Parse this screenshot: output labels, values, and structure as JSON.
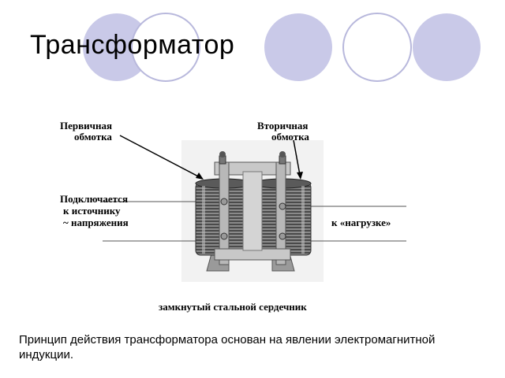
{
  "slide": {
    "title": "Трансформатор",
    "caption": "Принцип действия трансформатора основан на явлении электромагнитной индукции."
  },
  "diagram": {
    "labels": {
      "primary_line1": "Первичная",
      "primary_line2": "обмотка",
      "secondary_line1": "Вторичная",
      "secondary_line2": "обмотка",
      "source_line1": "Подключается",
      "source_line2": "к источнику",
      "source_line3": "~ напряжения",
      "load": "к «нагрузке»",
      "core": "замкнутый стальной сердечник"
    }
  },
  "colors": {
    "circle_fill": "#c9c9e8",
    "circle_stroke": "#a8a8d0",
    "coil_dark": "#6a6a6a",
    "frame": "#b8b8b8"
  }
}
